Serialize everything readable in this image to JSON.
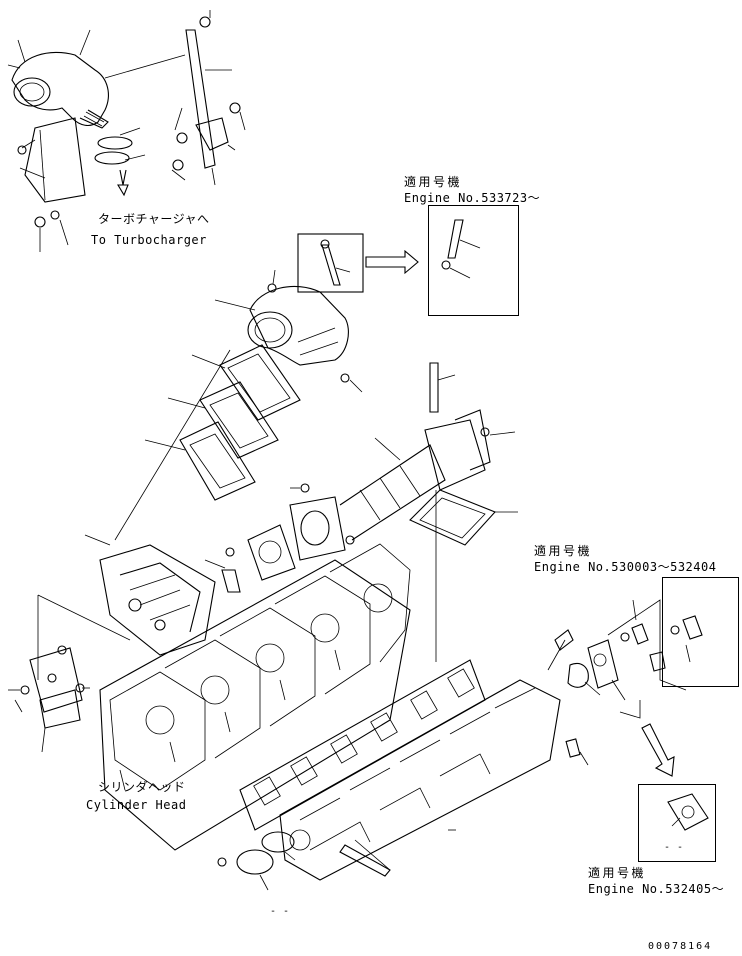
{
  "figure_id": "00078164",
  "labels": {
    "to_turbo_jp": "ターボチャージャへ",
    "to_turbo_en": "To Turbocharger",
    "cyl_head_jp": "シリンダヘッド",
    "cyl_head_en": "Cylinder Head",
    "apply_jp": "適用号機",
    "engine_1": "Engine No.533723～",
    "engine_2": "Engine No.530003～532404",
    "engine_3": "Engine No.532405～",
    "dash_a": "- -",
    "dash_b": "- -"
  },
  "colors": {
    "line": "#000000",
    "background": "#ffffff"
  }
}
